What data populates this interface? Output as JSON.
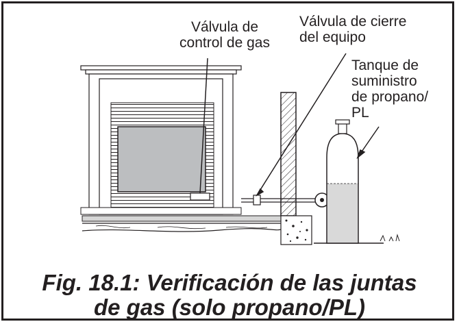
{
  "labels": {
    "gas_control_valve": [
      "Válvula de",
      "control de gas"
    ],
    "appliance_shutoff_valve": [
      "Válvula de cierre",
      "del equipo"
    ],
    "supply_tank": [
      "Tanque de",
      "suministro",
      "de propano/",
      "PL"
    ]
  },
  "caption": {
    "line1": "Fig. 18.1: Verificación de las juntas",
    "line2": "de gas (solo propano/PL)"
  }
}
